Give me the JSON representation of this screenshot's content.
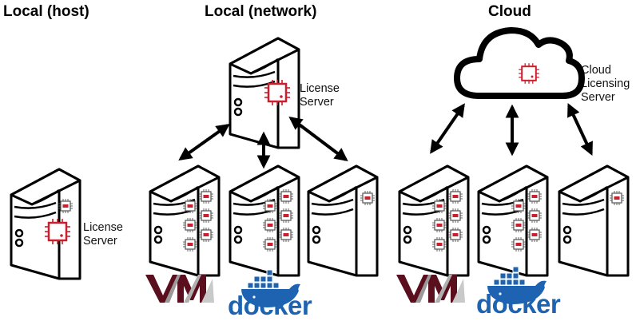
{
  "sections": {
    "host": {
      "title": "Local (host)",
      "server_label": [
        "License",
        "Server"
      ]
    },
    "network": {
      "title": "Local (network)",
      "server_label": [
        "License",
        "Server"
      ]
    },
    "cloud": {
      "title": "Cloud",
      "server_label": [
        "Cloud",
        "Licensing",
        "Server"
      ]
    }
  },
  "logos": {
    "docker": "docker"
  },
  "colors": {
    "chip": "#c8202f",
    "docker": "#1d63b1",
    "vm_dark": "#5a0e1e"
  }
}
